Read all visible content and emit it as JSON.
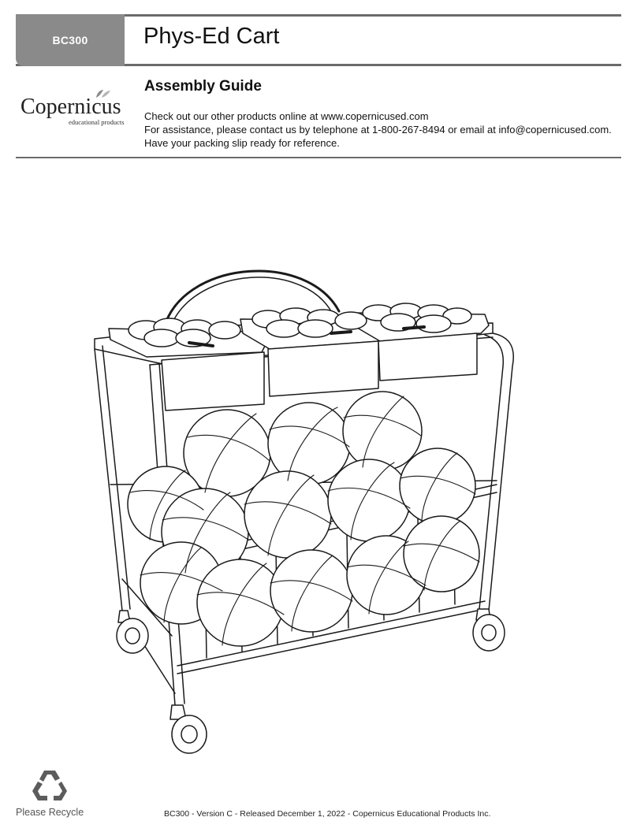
{
  "header": {
    "product_code": "BC300",
    "product_title": "Phys-Ed Cart"
  },
  "logo": {
    "brand": "Copernicus",
    "tagline": "educational products"
  },
  "intro": {
    "heading": "Assembly Guide",
    "lines": [
      "Check out our other products online at www.copernicused.com",
      "For assistance, please contact us by telephone at 1-800-267-8494 or email at info@copernicused.com.",
      "Have your packing slip ready for reference."
    ]
  },
  "footer": {
    "recycle_label": "Please Recycle",
    "version_line": "BC300 - Version C - Released December 1, 2022 - Copernicus Educational Products Inc."
  },
  "icons": {
    "recycle": "recycle-icon",
    "leaf": "leaf-icon"
  }
}
